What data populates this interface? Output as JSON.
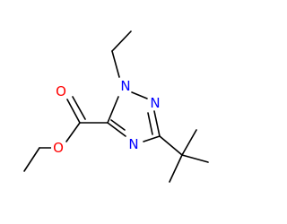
{
  "atoms": {
    "O_carbonyl": {
      "symbol": "O",
      "color": "#ff0000"
    },
    "O_ester": {
      "symbol": "O",
      "color": "#ff0000"
    },
    "N1": {
      "symbol": "N",
      "color": "#0000ff"
    },
    "N2": {
      "symbol": "N",
      "color": "#0000ff"
    },
    "N4": {
      "symbol": "N",
      "color": "#0000ff"
    }
  },
  "bond_color": "#000000"
}
